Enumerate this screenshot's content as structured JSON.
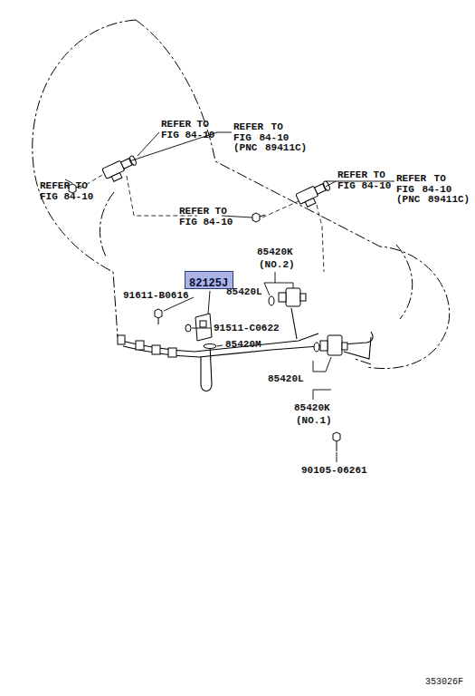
{
  "diagram": {
    "nodes": [
      {
        "text": [
          "82125J"
        ]
      }
    ],
    "labels": [
      "REFER TO FIG 84-10",
      "REFER TO FIG 84-10 (PNC 89411C)",
      "REFER TO FIG 84-10",
      "REFER TO FIG 84-10",
      "REFER TO FIG 84-10 (PNC 89411C)",
      "REFER TO FIG 84-10",
      "85420K",
      "(NO.2)",
      "85420L",
      "91611-B0616",
      "91511-C0622",
      "85420M",
      "85420L",
      "85420K",
      "(NO.1)",
      "90105-06261",
      "353026F"
    ]
  }
}
